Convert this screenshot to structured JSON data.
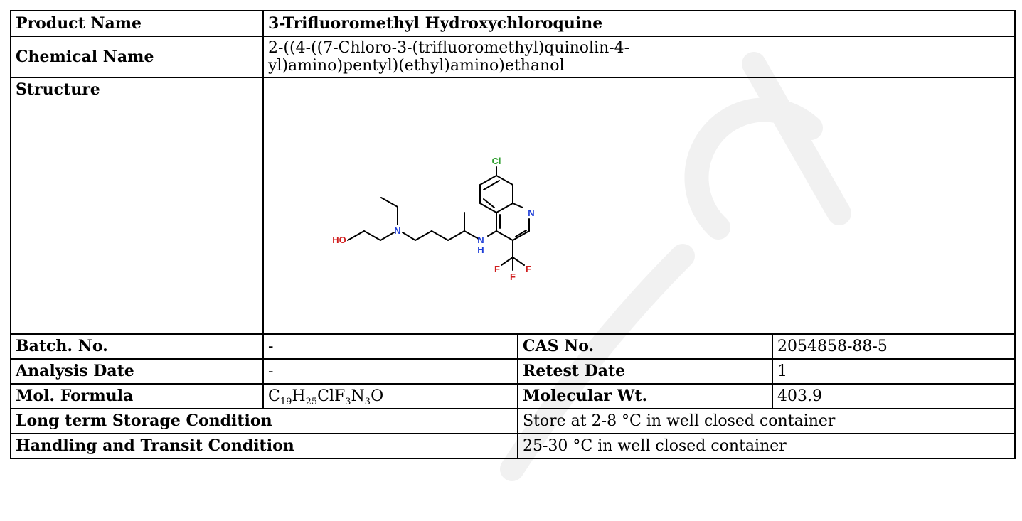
{
  "product": {
    "label": "Product Name",
    "value": "3-Trifluoromethyl Hydroxychloroquine"
  },
  "chemical": {
    "label": "Chemical Name",
    "value_line1": "2-((4-((7-Chloro-3-(trifluoromethyl)quinolin-4-",
    "value_line2": "yl)amino)pentyl)(ethyl)amino)ethanol"
  },
  "structure": {
    "label": "Structure",
    "atom_labels": {
      "cl": "Cl",
      "n_ring": "N",
      "n_amine": "N",
      "nh": "H",
      "ho": "HO",
      "f1": "F",
      "f2": "F",
      "f3": "F"
    }
  },
  "batch": {
    "label": "Batch. No.",
    "value": "-"
  },
  "cas": {
    "label": "CAS No.",
    "value": "2054858-88-5"
  },
  "analysis_date": {
    "label": "Analysis Date",
    "value": "-"
  },
  "retest_date": {
    "label": "Retest Date",
    "value": "1"
  },
  "formula": {
    "label": "Mol. Formula",
    "parts": [
      "C",
      "19",
      "H",
      "25",
      "ClF",
      "3",
      "N",
      "3",
      "O"
    ]
  },
  "mol_wt": {
    "label": "Molecular Wt.",
    "value": "403.9"
  },
  "storage": {
    "label": "Long term Storage Condition",
    "value": "Store at 2-8 °C in well closed container"
  },
  "handling": {
    "label": "Handling and Transit Condition",
    "value": "25-30 °C in well closed container"
  },
  "colors": {
    "chlorine": "#2e9e2e",
    "nitrogen": "#1f3fd8",
    "oxygen": "#d01c1c",
    "fluorine": "#d01c1c",
    "watermark": "#f2f2f2"
  }
}
